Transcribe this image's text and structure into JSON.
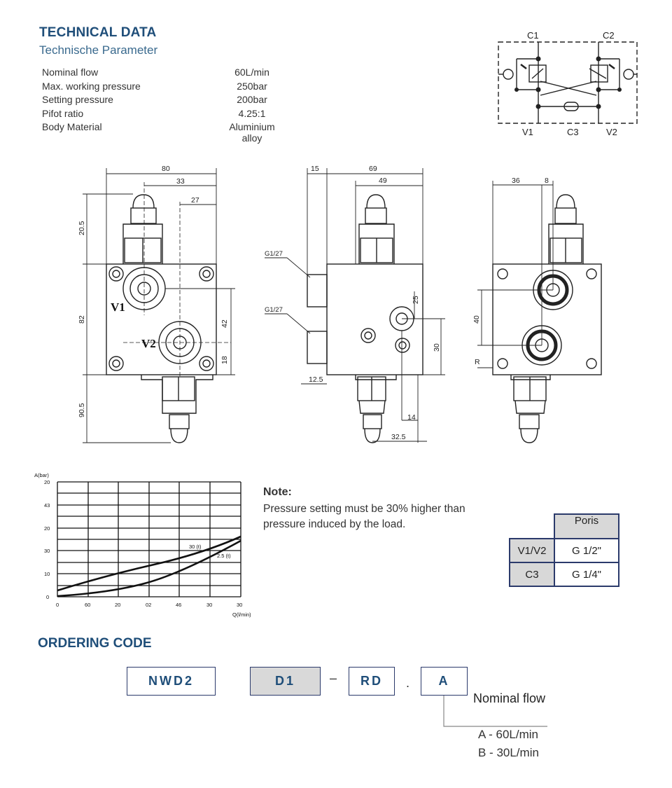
{
  "header": {
    "title": "TECHNICAL DATA",
    "subtitle": "Technische Parameter"
  },
  "specs": [
    {
      "label": "Nominal flow",
      "value": "60L/min"
    },
    {
      "label": "Max. working pressure",
      "value": "250bar"
    },
    {
      "label": "Setting pressure",
      "value": "200bar"
    },
    {
      "label": "Pifot ratio",
      "value": "4.25:1"
    },
    {
      "label": "Body Material",
      "value": "Aluminium alloy"
    }
  ],
  "schematic": {
    "ports_top": [
      "C1",
      "C2"
    ],
    "ports_bottom": [
      "V1",
      "C3",
      "V2"
    ]
  },
  "drawing": {
    "front": {
      "dims": [
        "80",
        "33",
        "27",
        "20.5",
        "82",
        "42",
        "18",
        "90.5"
      ],
      "ports": [
        "V1",
        "V2"
      ]
    },
    "side": {
      "dims": [
        "15",
        "69",
        "49",
        "G1/27",
        "G1/27",
        "25",
        "30",
        "12.5",
        "14",
        "32.5"
      ]
    },
    "back": {
      "dims": [
        "36",
        "8",
        "40",
        "R"
      ]
    }
  },
  "graph": {
    "y_title": "A(bar)",
    "y_ticks": [
      "20",
      "43",
      "20",
      "30",
      "10",
      "0"
    ],
    "x_ticks": [
      "0",
      "60",
      "20",
      "02",
      "46",
      "30",
      "30"
    ],
    "x_title": "Q(l/min)",
    "series_labels": [
      "30 (t)",
      "2.5 (t)"
    ]
  },
  "note": {
    "title": "Note:",
    "text": "Pressure setting must be 30% higher than pressure induced by the load."
  },
  "ports_table": {
    "header": "Poris",
    "rows": [
      {
        "port": "V1/V2",
        "size": "G 1/2\""
      },
      {
        "port": "C3",
        "size": "G 1/4\""
      }
    ]
  },
  "ordering": {
    "title": "ORDERING CODE",
    "code1": "NWD2",
    "code2": "D1",
    "dash": "–",
    "code3": "RD",
    "dot": ".",
    "code4": "A",
    "label": "Nominal flow",
    "options": [
      "A - 60L/min",
      "B - 30L/min"
    ]
  }
}
